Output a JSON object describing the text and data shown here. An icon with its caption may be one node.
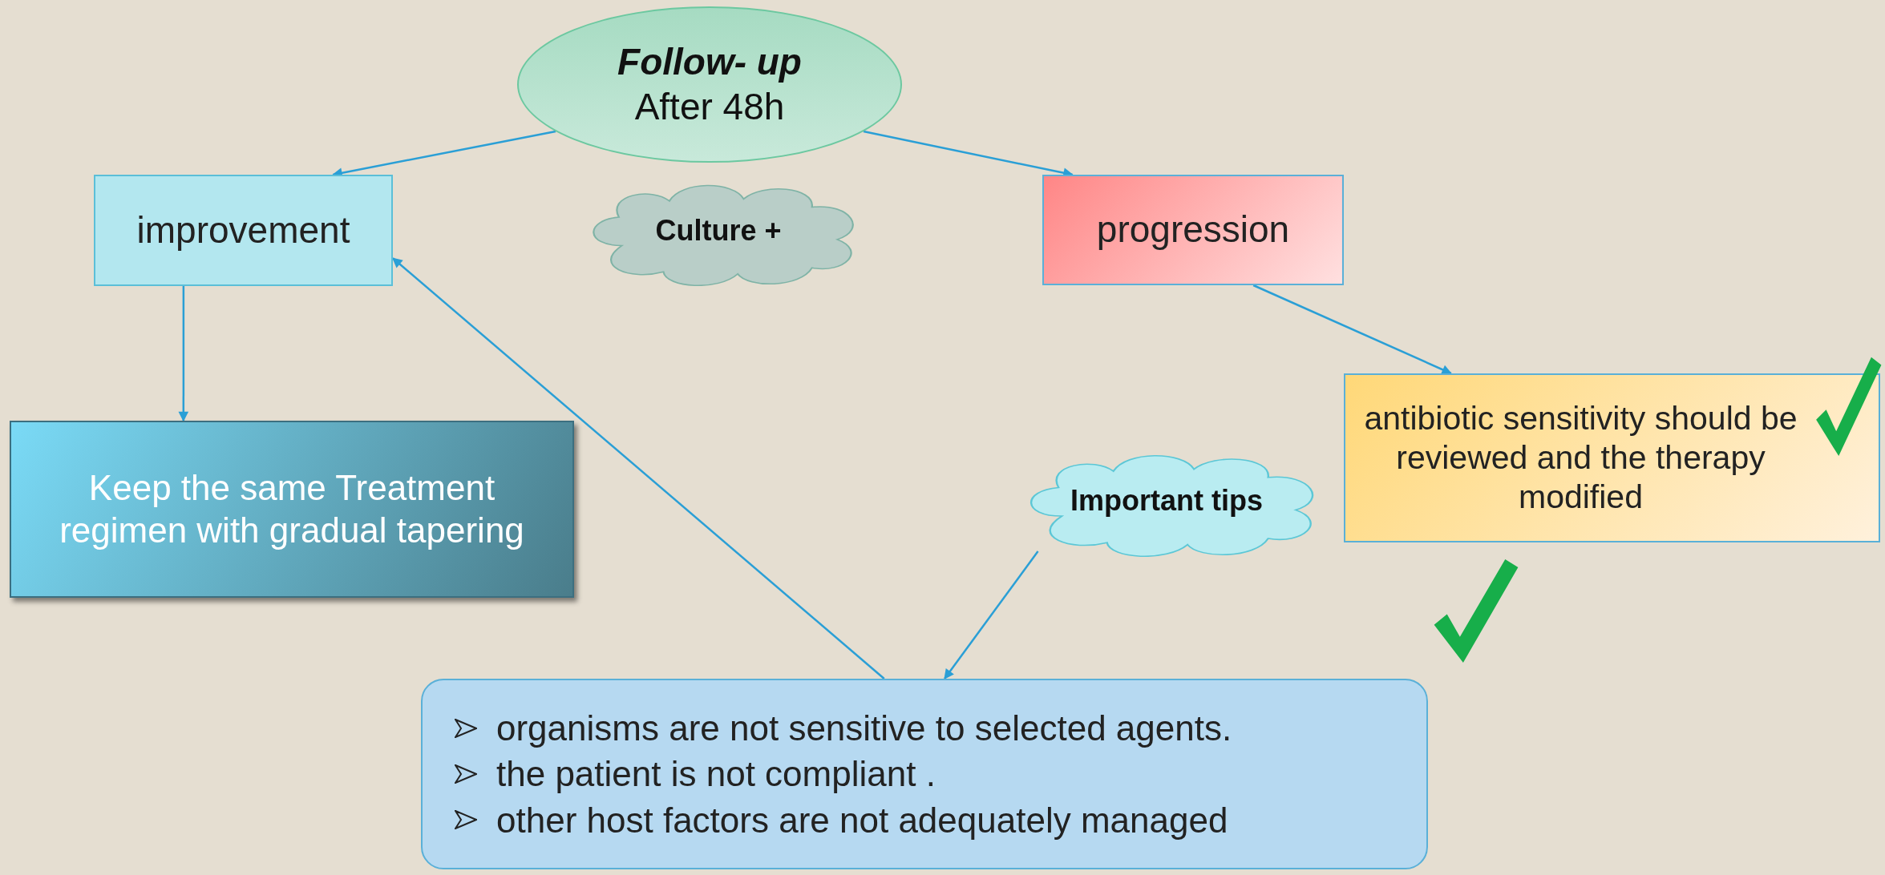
{
  "diagram": {
    "nodes": [
      {
        "text": [
          "Follow- up",
          "After 48h"
        ]
      },
      {
        "text": [
          "improvement"
        ]
      },
      {
        "text": [
          "Culture +"
        ]
      },
      {
        "text": [
          "progression"
        ]
      },
      {
        "text": [
          "Keep the same Treatment regimen with gradual tapering"
        ]
      },
      {
        "text": [
          "antibiotic sensitivity should be reviewed and the therapy modified"
        ]
      },
      {
        "text": [
          "Important tips"
        ]
      },
      {
        "text": [
          "organisms are not sensitive to selected agents.",
          "the patient is not compliant .",
          "other host factors are not adequately managed"
        ]
      }
    ],
    "edges": [
      {
        "from": 0,
        "to": 1,
        "arrow": "to"
      },
      {
        "from": 0,
        "to": 3,
        "arrow": "to"
      },
      {
        "from": 1,
        "to": 4,
        "arrow": "to"
      },
      {
        "from": 3,
        "to": 5,
        "arrow": "to"
      },
      {
        "from": 6,
        "to": 7,
        "arrow": "to"
      },
      {
        "from": 7,
        "to": 1,
        "arrow": "to"
      }
    ]
  }
}
